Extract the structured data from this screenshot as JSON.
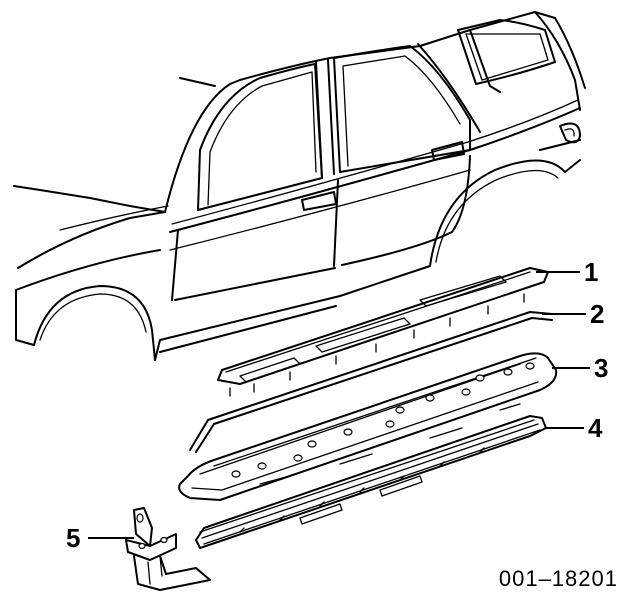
{
  "diagram": {
    "callouts": [
      {
        "id": "1",
        "label": "1"
      },
      {
        "id": "2",
        "label": "2"
      },
      {
        "id": "3",
        "label": "3"
      },
      {
        "id": "4",
        "label": "4"
      },
      {
        "id": "5",
        "label": "5"
      }
    ],
    "part_number": "001–18201"
  }
}
